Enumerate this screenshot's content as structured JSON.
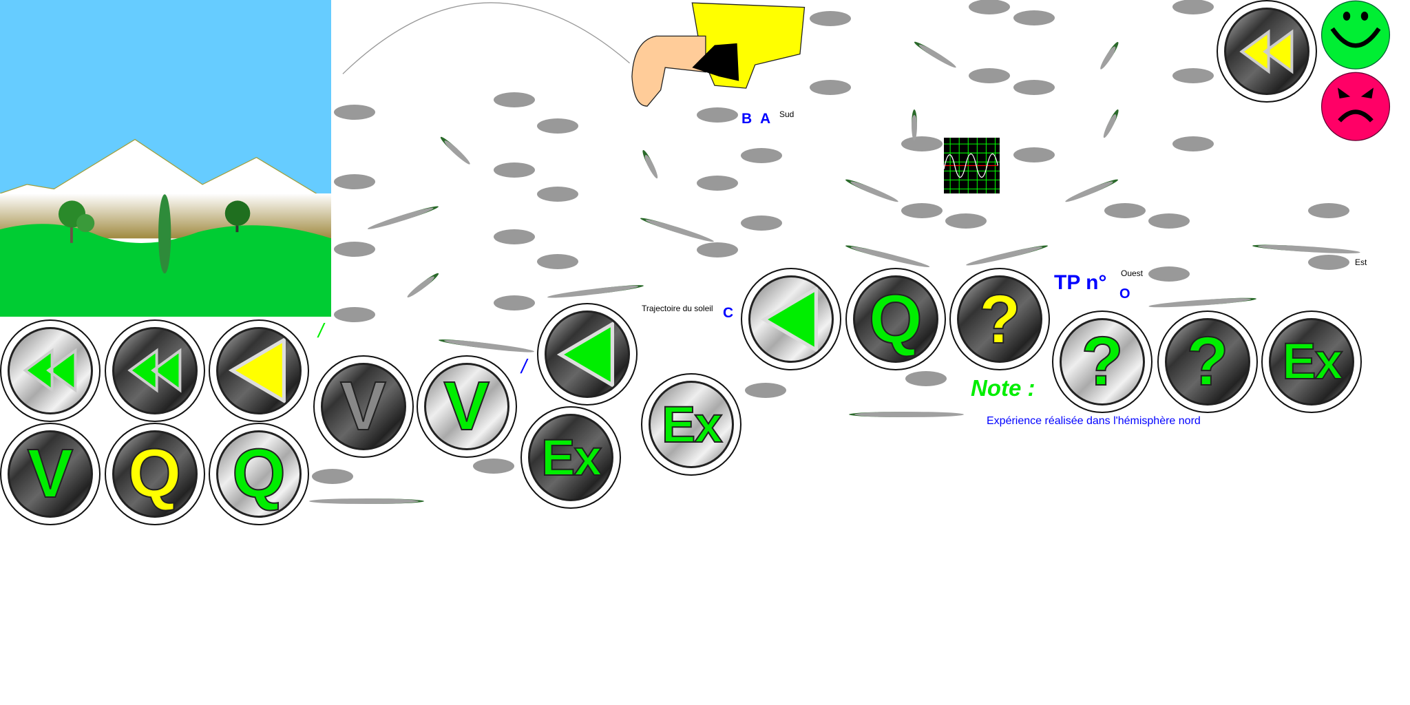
{
  "labels": {
    "slash_green": "/",
    "slash_blue": "/",
    "point_b": "B",
    "point_a": "A",
    "south": "Sud",
    "sun_path": "Trajectoire du soleil",
    "point_c": "C",
    "tp_number": "TP n°",
    "west": "Ouest",
    "west_letter": "O",
    "east": "Est",
    "note": "Note :",
    "experiment": "Expérience réalisée dans l'hémisphère nord"
  },
  "glyphs": {
    "q": "Q",
    "v": "V",
    "ex": "Ex",
    "help": "?"
  },
  "colors": {
    "accent_green": "#00ee00",
    "accent_yellow": "#ffff00",
    "text_blue": "#0000ff",
    "sky": "#66ccff",
    "grass": "#00cc33"
  }
}
